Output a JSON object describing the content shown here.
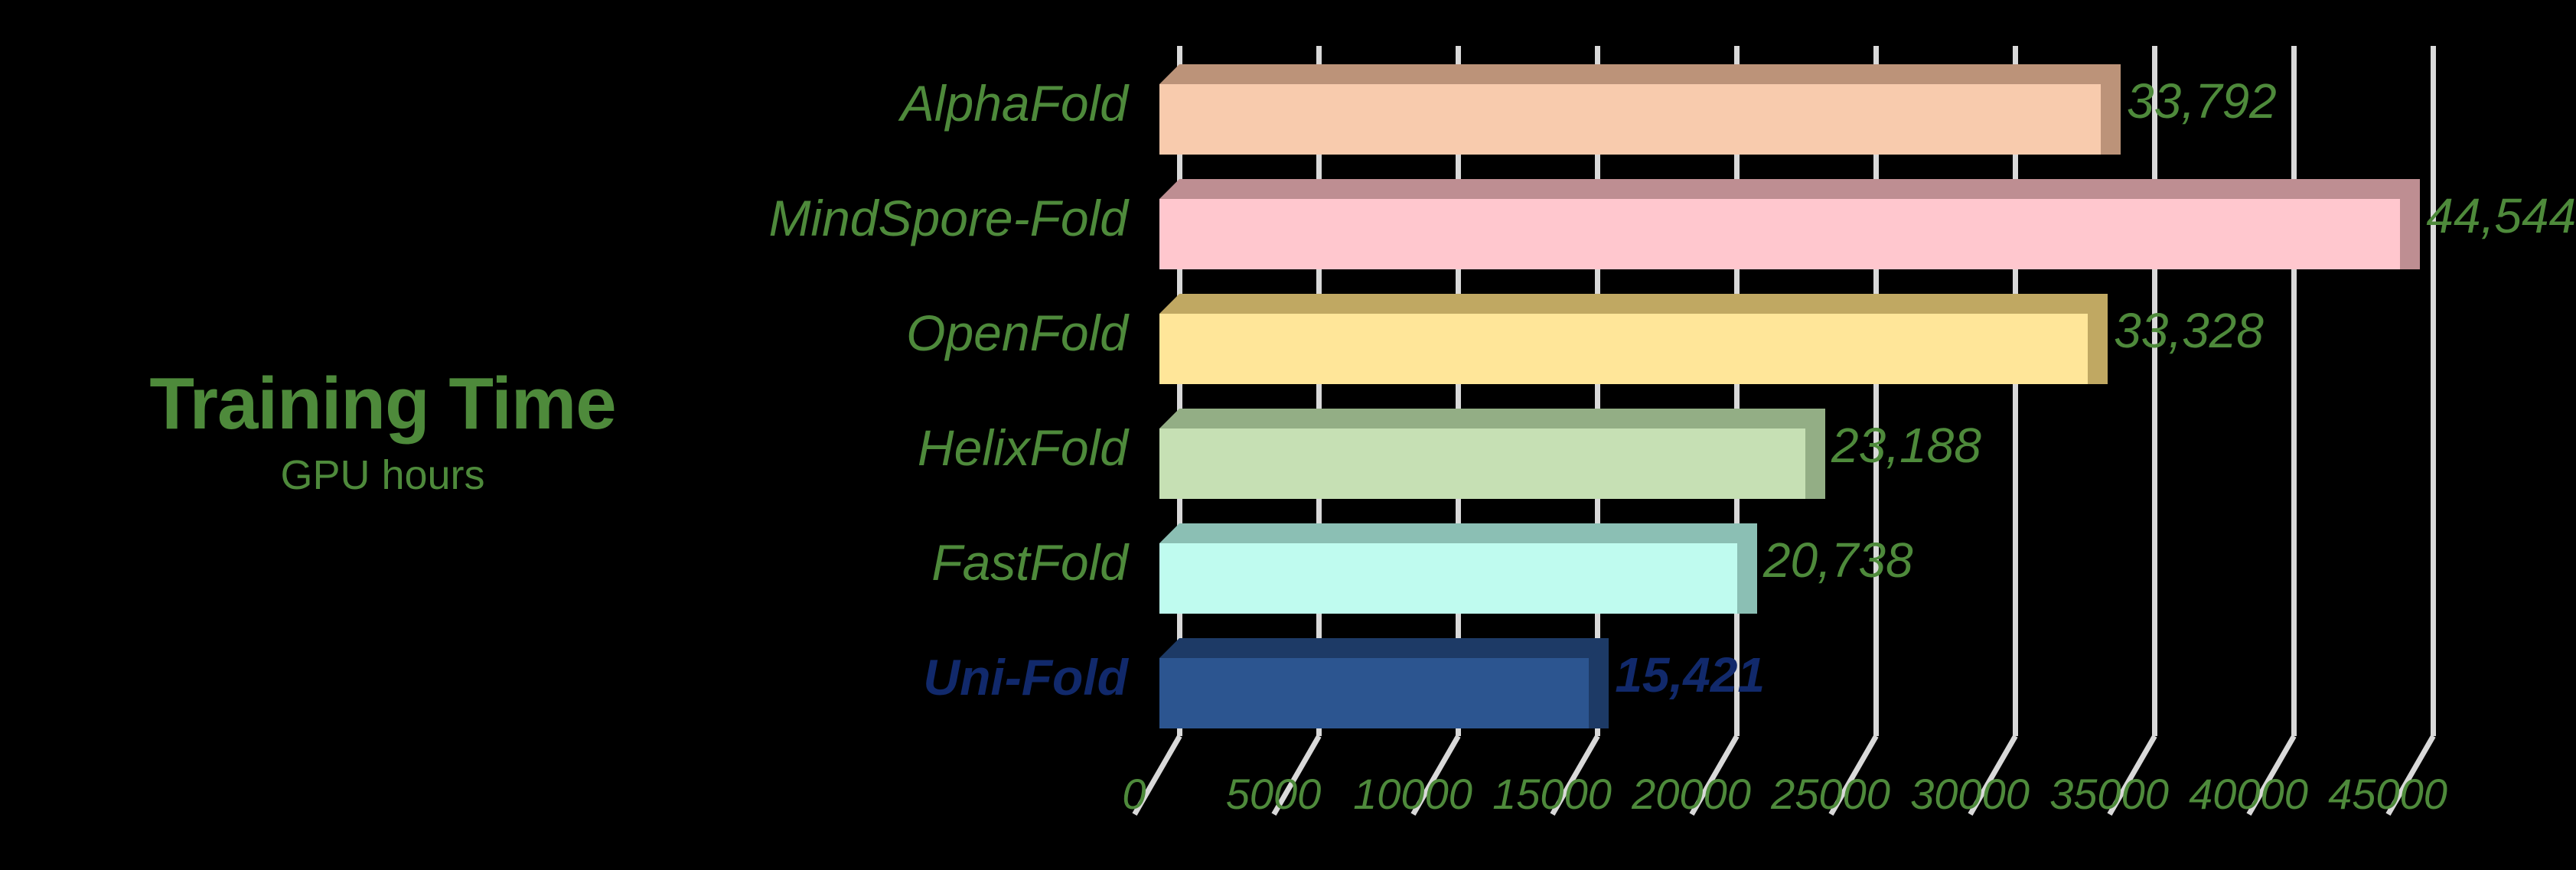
{
  "title": {
    "main": "Training Time",
    "subtitle": "GPU hours"
  },
  "colors": {
    "background": "#000000",
    "green_text": "#4E8A3B",
    "highlight_blue": "#11296B",
    "gridline": "#d9d9d9"
  },
  "chart_data": {
    "type": "bar",
    "orientation": "horizontal",
    "title": "Training Time",
    "subtitle": "GPU hours",
    "xlabel": "",
    "ylabel": "",
    "xlim": [
      0,
      45000
    ],
    "xticks": [
      0,
      5000,
      10000,
      15000,
      20000,
      25000,
      30000,
      35000,
      40000,
      45000
    ],
    "xticklabels": [
      "0",
      "5000",
      "10000",
      "15000",
      "20000",
      "25000",
      "30000",
      "35000",
      "40000",
      "45000"
    ],
    "grid": true,
    "legend": false,
    "categories": [
      "AlphaFold",
      "MindSpore-Fold",
      "OpenFold",
      "HelixFold",
      "FastFold",
      "Uni-Fold"
    ],
    "values": [
      33792,
      44544,
      33328,
      23188,
      20738,
      15421
    ],
    "value_labels": [
      "33,792",
      "44,544",
      "33,328",
      "23,188",
      "20,738",
      "15,421"
    ],
    "bars": [
      {
        "label": "AlphaFold",
        "value": 33792,
        "value_label": "33,792",
        "face": "#F8CBAD",
        "shade": "#BC9379",
        "highlight": false
      },
      {
        "label": "MindSpore-Fold",
        "value": 44544,
        "value_label": "44,544",
        "face": "#FFC7CE",
        "shade": "#BE8E92",
        "highlight": false
      },
      {
        "label": "OpenFold",
        "value": 33328,
        "value_label": "33,328",
        "face": "#FFE699",
        "shade": "#C0A862",
        "highlight": false
      },
      {
        "label": "HelixFold",
        "value": 23188,
        "value_label": "23,188",
        "face": "#C6E0B4",
        "shade": "#93AE85",
        "highlight": false
      },
      {
        "label": "FastFold",
        "value": 20738,
        "value_label": "20,738",
        "face": "#BFFBEF",
        "shade": "#8BBFB4",
        "highlight": false
      },
      {
        "label": "Uni-Fold",
        "value": 15421,
        "value_label": "15,421",
        "face": "#2C5590",
        "shade": "#1D3A66",
        "highlight": true
      }
    ]
  }
}
